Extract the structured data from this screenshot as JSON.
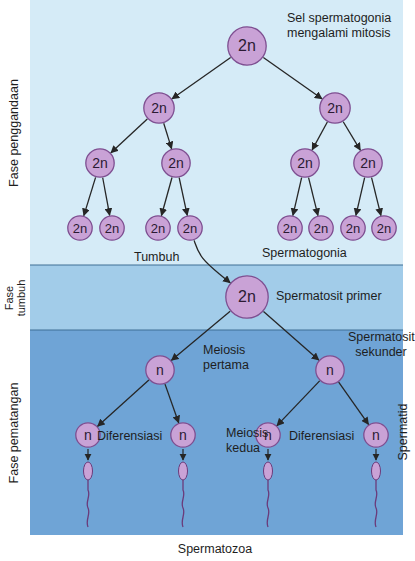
{
  "diagram": {
    "nodes": [
      {
        "text": [
          "Fase penggandaan"
        ]
      },
      {
        "text": [
          "2n"
        ],
        "in": 0
      },
      {
        "text": [
          "2n"
        ],
        "in": 0
      },
      {
        "text": [
          "2n"
        ],
        "in": 0
      },
      {
        "text": [
          "2n"
        ],
        "in": 0
      },
      {
        "text": [
          "2n"
        ],
        "in": 0
      },
      {
        "text": [
          "2n"
        ],
        "in": 0
      },
      {
        "text": [
          "2n"
        ],
        "in": 0
      },
      {
        "text": [
          "2n"
        ],
        "in": 0
      },
      {
        "text": [
          "2n"
        ],
        "in": 0
      },
      {
        "text": [
          "2n"
        ],
        "in": 0
      },
      {
        "text": [
          "2n"
        ],
        "in": 0
      },
      {
        "text": [
          "2n"
        ],
        "in": 0
      },
      {
        "text": [
          "2n"
        ],
        "in": 0
      },
      {
        "text": [
          "2n"
        ],
        "in": 0
      },
      {
        "text": [
          "2n"
        ],
        "in": 0
      },
      {
        "text": [
          "Fase tumbuh"
        ]
      },
      {
        "text": [
          "2n"
        ],
        "in": 16
      },
      {
        "text": [
          "Fase pematangan"
        ]
      },
      {
        "text": [
          "n"
        ],
        "in": 18
      },
      {
        "text": [
          "n"
        ],
        "in": 18
      },
      {
        "text": [
          "n"
        ],
        "in": 18
      },
      {
        "text": [
          "n"
        ],
        "in": 18
      },
      {
        "text": [
          "n"
        ],
        "in": 18
      },
      {
        "text": [
          "n"
        ],
        "in": 18
      }
    ],
    "edges": [
      {
        "from": 1,
        "to": 2,
        "arrow": "to"
      },
      {
        "from": 1,
        "to": 3,
        "arrow": "to"
      },
      {
        "from": 2,
        "to": 4,
        "arrow": "to"
      },
      {
        "from": 2,
        "to": 5,
        "arrow": "to"
      },
      {
        "from": 3,
        "to": 6,
        "arrow": "to"
      },
      {
        "from": 3,
        "to": 7,
        "arrow": "to"
      },
      {
        "from": 4,
        "to": 8,
        "arrow": "to"
      },
      {
        "from": 4,
        "to": 9,
        "arrow": "to"
      },
      {
        "from": 5,
        "to": 10,
        "arrow": "to"
      },
      {
        "from": 5,
        "to": 11,
        "arrow": "to"
      },
      {
        "from": 6,
        "to": 12,
        "arrow": "to"
      },
      {
        "from": 6,
        "to": 13,
        "arrow": "to"
      },
      {
        "from": 7,
        "to": 14,
        "arrow": "to"
      },
      {
        "from": 7,
        "to": 15,
        "arrow": "to"
      },
      {
        "from": 11,
        "to": 17,
        "label": "Tumbuh",
        "arrow": "to"
      },
      {
        "from": 17,
        "to": 19,
        "arrow": "to"
      },
      {
        "from": 17,
        "to": 20,
        "arrow": "to"
      },
      {
        "from": 19,
        "to": 21,
        "arrow": "to"
      },
      {
        "from": 19,
        "to": 22,
        "arrow": "to"
      },
      {
        "from": 20,
        "to": 23,
        "arrow": "to"
      },
      {
        "from": 20,
        "to": 24,
        "arrow": "to"
      }
    ],
    "labels": [
      "Sel spermatogonia mengalami mitosis",
      "Spermatogonia",
      "Spermatosit primer",
      "Meiosis pertama",
      "Spermatosit sekunder",
      "Diferensiasi",
      "Meiosis kedua",
      "Diferensiasi",
      "Spermatid",
      "Spermatozoa"
    ]
  }
}
